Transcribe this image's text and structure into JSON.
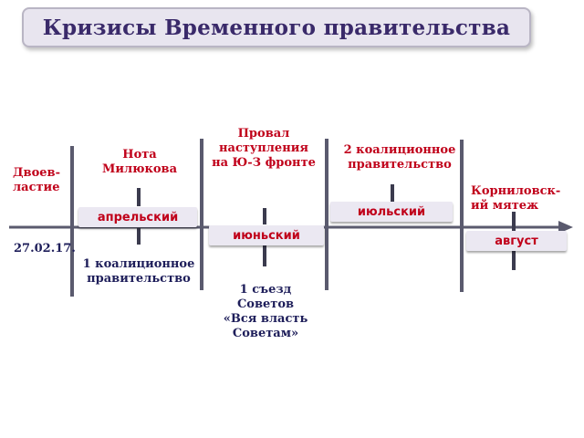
{
  "title": "Кризисы Временного правительства",
  "labels": {
    "dvoevlastie": "Двоев-\nластие",
    "date": "27.02.17.",
    "nota": "Нота\nМилюкова",
    "coalition1": "1 коалиционное\nправительство",
    "proval": "Провал\nнаступления\nна Ю-З фронте",
    "congress": "1 съезд\nСоветов\n«Вся власть\nСоветам»",
    "coalition2": "2 коалиционное\nправительство",
    "kornilov": "Корниловск-\nий мятеж"
  },
  "months": {
    "april": "апрельский",
    "june": "июньский",
    "july": "июльский",
    "august": "август"
  },
  "colors": {
    "accent_red": "#c0001a",
    "navy": "#1e1e5a",
    "timeline": "#5a5a6e",
    "box_bg": "#ebe8f2"
  }
}
